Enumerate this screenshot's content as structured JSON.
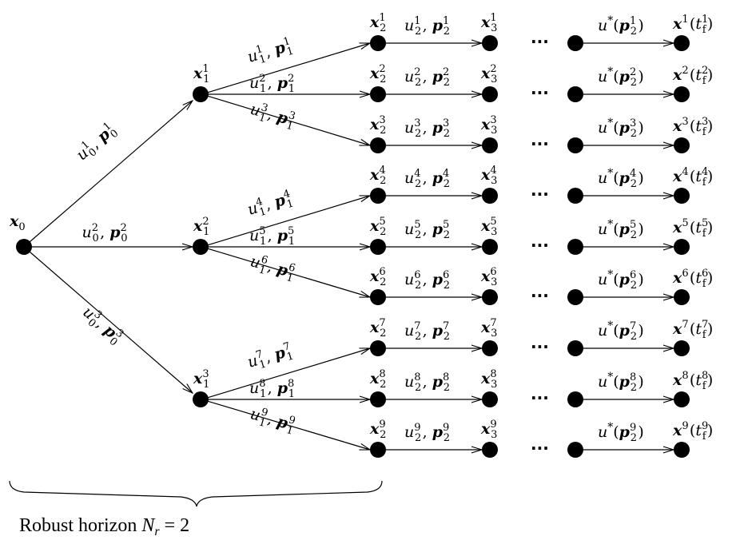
{
  "caption": {
    "prefix": "Robust horizon ",
    "var": "N",
    "sub": "r",
    "rest": " = 2"
  },
  "root": {
    "label": "x",
    "sub": "0"
  },
  "stage1": [
    {
      "label": "x",
      "sup": "1",
      "sub": "1",
      "edge_u": "u",
      "edge_p": "p",
      "edge_sup": "1",
      "edge_sub": "0"
    },
    {
      "label": "x",
      "sup": "2",
      "sub": "1",
      "edge_u": "u",
      "edge_p": "p",
      "edge_sup": "2",
      "edge_sub": "0"
    },
    {
      "label": "x",
      "sup": "3",
      "sub": "1",
      "edge_u": "u",
      "edge_p": "p",
      "edge_sup": "3",
      "edge_sub": "0"
    }
  ],
  "scenarios": [
    {
      "id": "1",
      "x2": "x",
      "x3": "x",
      "u1": "u",
      "p1": "p",
      "u2": "u",
      "p2": "p",
      "ustar": "u*",
      "xf": "x",
      "tf": "t",
      "tf_sub": "f"
    },
    {
      "id": "2",
      "x2": "x",
      "x3": "x",
      "u1": "u",
      "p1": "p",
      "u2": "u",
      "p2": "p",
      "ustar": "u*",
      "xf": "x",
      "tf": "t",
      "tf_sub": "f"
    },
    {
      "id": "3",
      "x2": "x",
      "x3": "x",
      "u1": "u",
      "p1": "p",
      "u2": "u",
      "p2": "p",
      "ustar": "u*",
      "xf": "x",
      "tf": "t",
      "tf_sub": "f"
    },
    {
      "id": "4",
      "x2": "x",
      "x3": "x",
      "u1": "u",
      "p1": "p",
      "u2": "u",
      "p2": "p",
      "ustar": "u*",
      "xf": "x",
      "tf": "t",
      "tf_sub": "f"
    },
    {
      "id": "5",
      "x2": "x",
      "x3": "x",
      "u1": "u",
      "p1": "p",
      "u2": "u",
      "p2": "p",
      "ustar": "u*",
      "xf": "x",
      "tf": "t",
      "tf_sub": "f"
    },
    {
      "id": "6",
      "x2": "x",
      "x3": "x",
      "u1": "u",
      "p1": "p",
      "u2": "u",
      "p2": "p",
      "ustar": "u*",
      "xf": "x",
      "tf": "t",
      "tf_sub": "f"
    },
    {
      "id": "7",
      "x2": "x",
      "x3": "x",
      "u1": "u",
      "p1": "p",
      "u2": "u",
      "p2": "p",
      "ustar": "u*",
      "xf": "x",
      "tf": "t",
      "tf_sub": "f"
    },
    {
      "id": "8",
      "x2": "x",
      "x3": "x",
      "u1": "u",
      "p1": "p",
      "u2": "u",
      "p2": "p",
      "ustar": "u*",
      "xf": "x",
      "tf": "t",
      "tf_sub": "f"
    },
    {
      "id": "9",
      "x2": "x",
      "x3": "x",
      "u1": "u",
      "p1": "p",
      "u2": "u",
      "p2": "p",
      "ustar": "u*",
      "xf": "x",
      "tf": "t",
      "tf_sub": "f"
    }
  ],
  "stage_subs": {
    "s1": "1",
    "s2": "2",
    "s3": "3"
  },
  "ellipsis": "···"
}
